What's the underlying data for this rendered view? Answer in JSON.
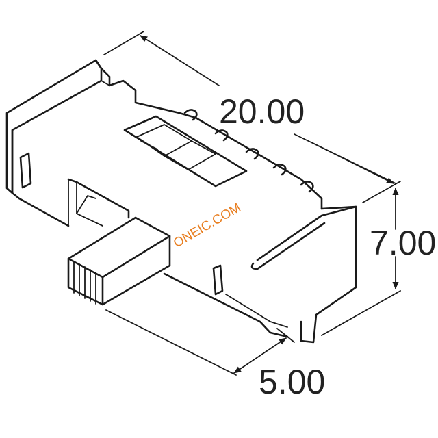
{
  "dimensions": {
    "length_label": "20.00",
    "height_label": "7.00",
    "depth_label": "5.00"
  },
  "watermark": {
    "text": "ONEIC.COM",
    "color": "#e87d1e"
  },
  "colors": {
    "line": "#1a1a1a",
    "text": "#222222",
    "background": "#ffffff"
  }
}
